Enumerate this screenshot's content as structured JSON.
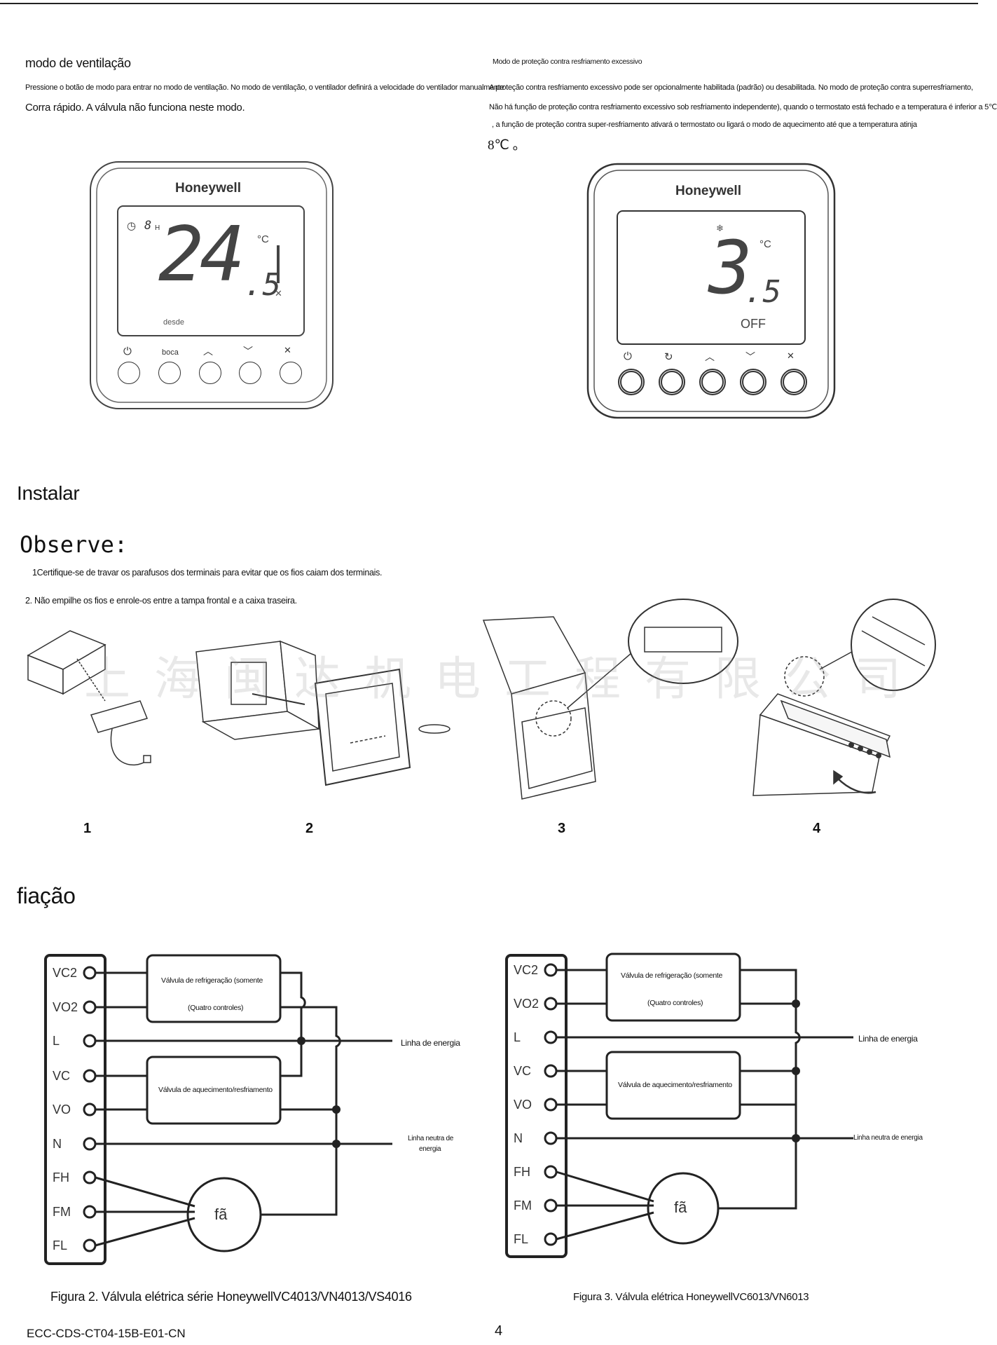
{
  "fan_mode": {
    "title": "modo de ventilação",
    "line1": "Pressione o botão de modo para entrar no modo de ventilação. No modo de ventilação, o ventilador definirá a velocidade do ventilador manualmente",
    "line2": "Corra rápido. A válvula não funciona neste modo."
  },
  "overcool": {
    "title": "Modo de proteção contra resfriamento excessivo",
    "line1": "A proteção contra resfriamento excessivo pode ser opcionalmente habilitada (padrão) ou desabilitada. No modo de proteção contra superresfriamento,",
    "line2": "Não há função de proteção contra resfriamento excessivo sob resfriamento independente), quando o termostato está fechado e a temperatura é inferior a 5℃",
    "line3": ", a função de proteção contra super-resfriamento ativará o termostato ou ligará o modo de aquecimento até que a temperatura atinja",
    "line4": "8℃ 。"
  },
  "thermostat1": {
    "brand": "Honeywell",
    "timer": "8",
    "timer_unit": "H",
    "temp_main": "24",
    "temp_dec": ".5",
    "unit": "°C",
    "status": "desde",
    "button_labels": [
      "⏻",
      "boca",
      "︿",
      "﹀",
      "✕"
    ]
  },
  "thermostat2": {
    "brand": "Honeywell",
    "temp_main": "3",
    "temp_dec": ".5",
    "unit": "°C",
    "status": "OFF",
    "button_labels": [
      "⏻",
      "↻",
      "︿",
      "﹀",
      "✕"
    ]
  },
  "install": {
    "title": "Instalar",
    "observe": "Observe:",
    "note1": "1Certifique-se de travar os parafusos dos terminais para evitar que os fios caiam dos terminais.",
    "note2": "2. Não empilhe os fios e enrole-os entre a tampa frontal e a caixa traseira.",
    "steps": [
      "1",
      "2",
      "3",
      "4"
    ],
    "watermark": "上海闽达机电工程有限公司"
  },
  "wiring": {
    "title": "fiação",
    "terminals": [
      "VC2",
      "VO2",
      "L",
      "VC",
      "VO",
      "N",
      "FH",
      "FM",
      "FL"
    ],
    "fig2": {
      "cooling_valve_1": "Válvula de refrigeração (somente",
      "cooling_valve_2": "(Quatro controles)",
      "heat_valve": "Válvula de aquecimento/resfriamento",
      "power_line": "Linha de energia",
      "neutral_1": "Linha neutra de",
      "neutral_2": "energia",
      "fan": "fã",
      "caption": "Figura 2. Válvula elétrica série HoneywellVC4013/VN4013/VS4016"
    },
    "fig3": {
      "cooling_valve_1": "Válvula de refrigeração (somente",
      "cooling_valve_2": "(Quatro controles)",
      "heat_valve": "Válvula de aquecimento/resfriamento",
      "power_line": "Linha de energia",
      "neutral": "Linha neutra de energia",
      "fan": "fã",
      "caption": "Figura 3. Válvula elétrica HoneywellVC6013/VN6013"
    }
  },
  "footer": {
    "doc_code": "ECC-CDS-CT04-15B-E01-CN",
    "page": "4"
  }
}
